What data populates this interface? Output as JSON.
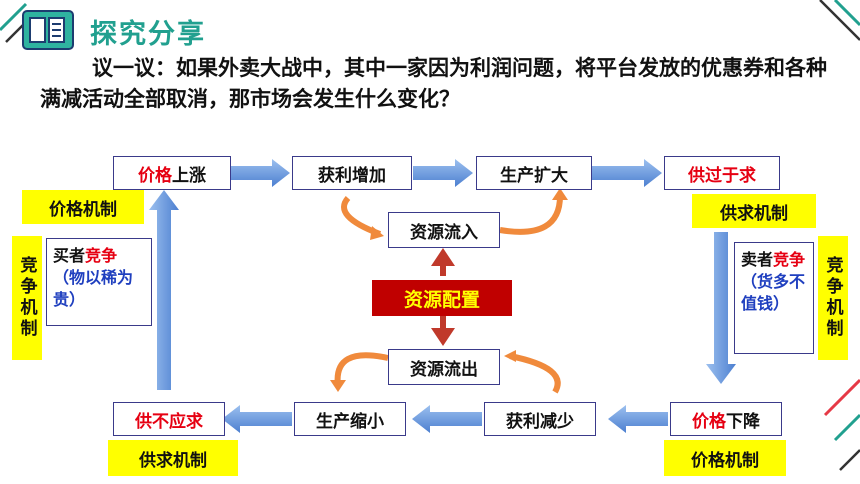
{
  "header": {
    "title": "探究分享"
  },
  "question": "议一议：如果外卖大战中，其中一家因为利润问题，将平台发放的优惠券和各种满减活动全部取消，那市场会发生什么变化？",
  "top_row": {
    "price_rise_a": "价格",
    "price_rise_b": "上涨",
    "profit_up": "获利增加",
    "production_up": "生产扩大",
    "supply_exceeds": "供过于求"
  },
  "bottom_row": {
    "shortage": "供不应求",
    "production_down": "生产缩小",
    "profit_down": "获利减少",
    "price_fall_a": "价格",
    "price_fall_b": "下降"
  },
  "center": {
    "inflow": "资源流入",
    "allocation": "资源配置",
    "outflow": "资源流出"
  },
  "mechanisms": {
    "price_mech_left": "价格机制",
    "supply_mech_right": "供求机制",
    "supply_mech_left": "供求机制",
    "price_mech_right": "价格机制",
    "competition_left": "竞争机制",
    "competition_right": "竞争机制"
  },
  "buyer_box": {
    "a": "买者",
    "b": "竞争",
    "c": "（物以稀为贵）"
  },
  "seller_box": {
    "a": "卖者",
    "b": "竞争",
    "c": "（货多不值钱）"
  },
  "colors": {
    "accent_teal": "#21a08f",
    "arrow_blue": "#5b8fd6",
    "arrow_orange": "#f08a3c",
    "highlight_yellow": "#ffff00",
    "alloc_red": "#c00000"
  }
}
